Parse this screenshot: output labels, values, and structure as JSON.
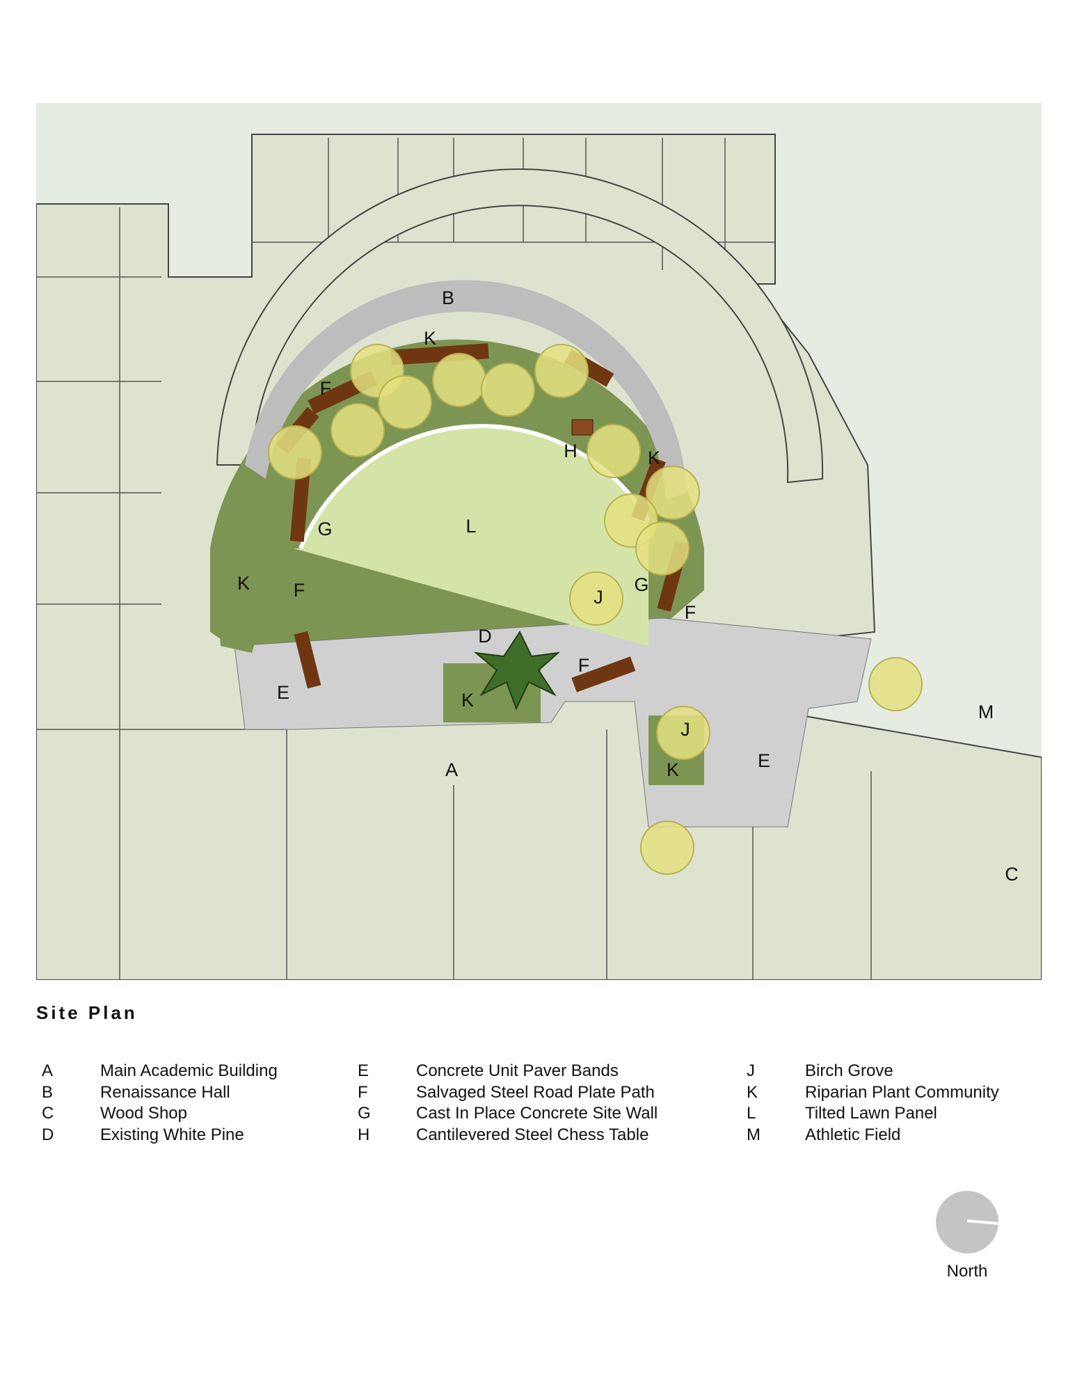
{
  "title": "Site Plan",
  "plan_labels": {
    "A": "A",
    "B": "B",
    "C": "C",
    "D": "D",
    "E": "E",
    "F": "F",
    "G": "G",
    "H": "H",
    "J": "J",
    "K": "K",
    "L": "L",
    "M": "M"
  },
  "legend": {
    "col1": [
      {
        "key": "A",
        "text": "Main Academic Building"
      },
      {
        "key": "B",
        "text": "Renaissance Hall"
      },
      {
        "key": "C",
        "text": "Wood Shop"
      },
      {
        "key": "D",
        "text": "Existing White Pine"
      }
    ],
    "col2": [
      {
        "key": "E",
        "text": "Concrete Unit Paver Bands"
      },
      {
        "key": "F",
        "text": "Salvaged Steel Road Plate Path"
      },
      {
        "key": "G",
        "text": "Cast In Place Concrete Site Wall"
      },
      {
        "key": "H",
        "text": "Cantilevered Steel Chess Table"
      }
    ],
    "col3": [
      {
        "key": "J",
        "text": "Birch Grove"
      },
      {
        "key": "K",
        "text": "Riparian Plant Community"
      },
      {
        "key": "L",
        "text": "Tilted Lawn Panel"
      },
      {
        "key": "M",
        "text": "Athletic Field"
      }
    ]
  },
  "north_label": "North",
  "colors": {
    "building": "#dde3cf",
    "background_field": "#e7ece3",
    "lawn": "#d4e4a8",
    "riparian": "#7d9553",
    "paver": "#d0d0d0",
    "steel_plate": "#6e3711",
    "birch": "#e4e080",
    "pine": "#3f6e28",
    "north_circle": "#c4c4c4"
  }
}
